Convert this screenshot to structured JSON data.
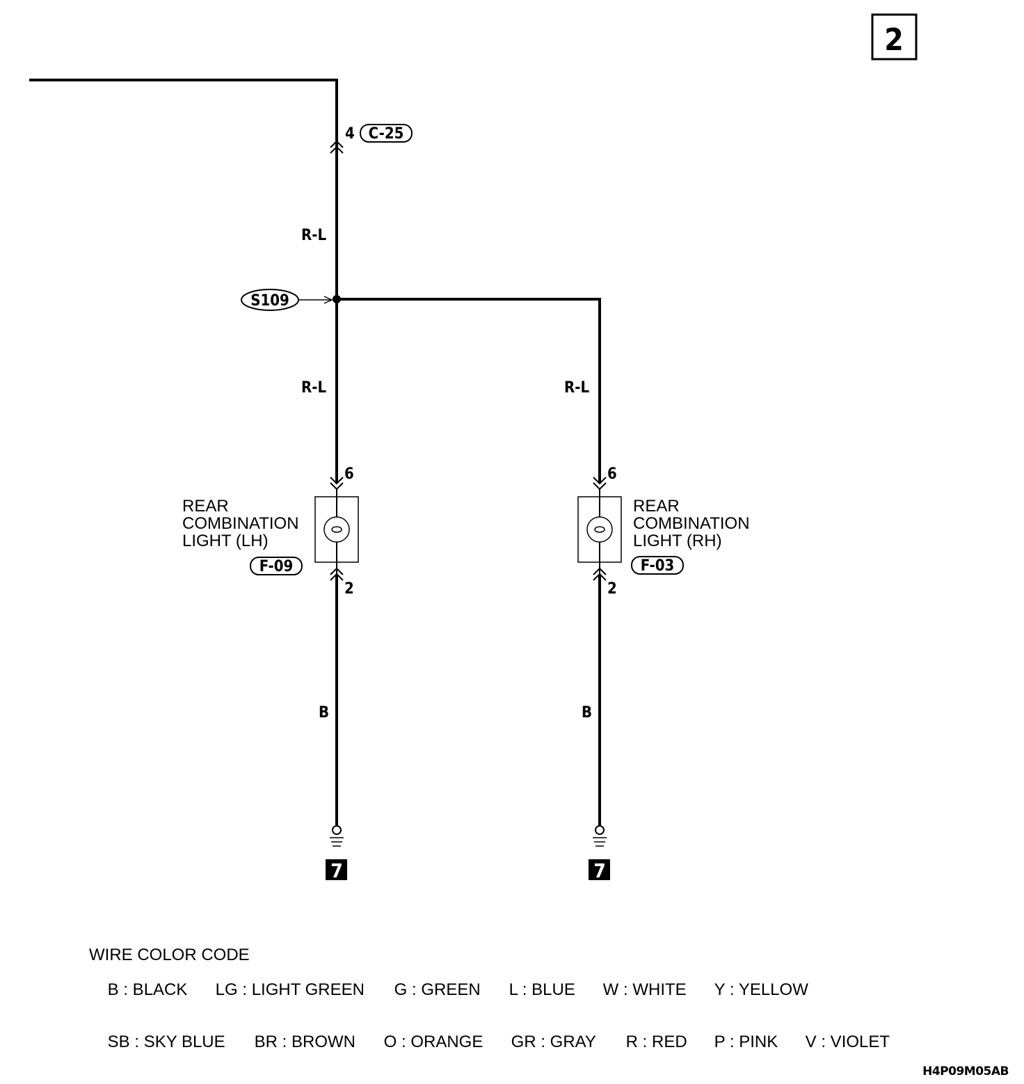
{
  "page_number": "2",
  "wires": {
    "top_segment_color": "R-L",
    "lh_upper_color": "R-L",
    "rh_upper_color": "R-L",
    "lh_ground_color": "B",
    "rh_ground_color": "B"
  },
  "connectors": {
    "top": {
      "pin": "4",
      "id": "C-25"
    },
    "lh_in": {
      "pin": "6"
    },
    "lh_out": {
      "pin": "2"
    },
    "rh_in": {
      "pin": "6"
    },
    "rh_out": {
      "pin": "2"
    }
  },
  "splice": {
    "id": "S109"
  },
  "components": {
    "lh": {
      "line1": "REAR",
      "line2": "COMBINATION",
      "line3": "LIGHT (LH)",
      "connector": "F-09"
    },
    "rh": {
      "line1": "REAR",
      "line2": "COMBINATION",
      "line3": "LIGHT (RH)",
      "connector": "F-03"
    }
  },
  "grounds": {
    "lh": "7",
    "rh": "7"
  },
  "legend": {
    "title": "WIRE COLOR CODE",
    "row1": [
      "B : BLACK",
      "LG : LIGHT GREEN",
      "G : GREEN",
      "L : BLUE",
      "W : WHITE",
      "Y : YELLOW"
    ],
    "row2": [
      "SB : SKY BLUE",
      "BR : BROWN",
      "O : ORANGE",
      "GR : GRAY",
      "R : RED",
      "P : PINK",
      "V : VIOLET"
    ]
  },
  "diagram_code": "H4P09M05AB"
}
